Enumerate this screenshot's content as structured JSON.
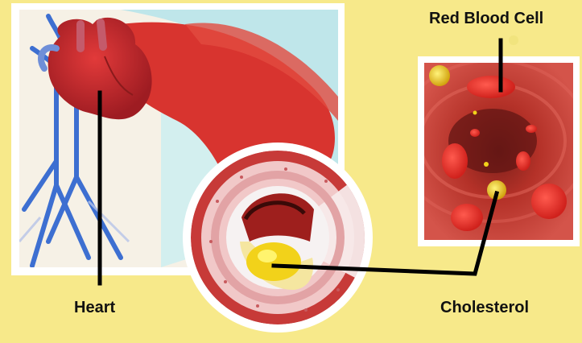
{
  "labels": {
    "heart": "Heart",
    "cholesterol": "Cholesterol",
    "red_blood_cell": "Red Blood Cell"
  },
  "colors": {
    "background": "#f7e98a",
    "artery": "#d8342f",
    "plaque": "#f2d21a",
    "vein": "#3d6fd1",
    "leader_line": "#000000"
  },
  "icons": {
    "heart_panel": "heart-illustration",
    "artery_crosssection": "artery-cross-section-icon",
    "blood_vessel_panel": "blood-vessel-interior-illustration"
  }
}
